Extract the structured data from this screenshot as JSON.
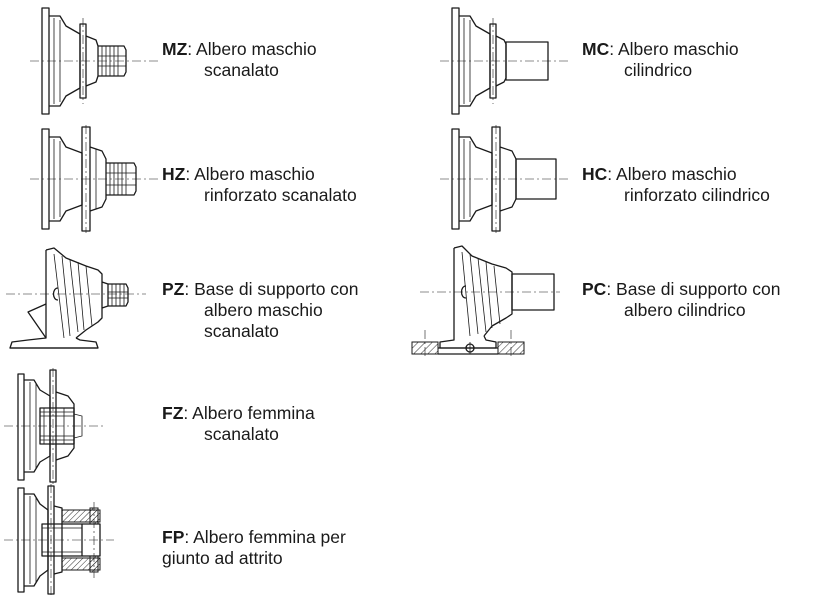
{
  "options": [
    {
      "code": "MZ",
      "line1": ": Albero maschio",
      "line2": "scanalato",
      "line3": ""
    },
    {
      "code": "MC",
      "line1": ": Albero maschio",
      "line2": "cilindrico",
      "line3": ""
    },
    {
      "code": "HZ",
      "line1": ": Albero maschio",
      "line2": "rinforzato scanalato",
      "line3": ""
    },
    {
      "code": "HC",
      "line1": ": Albero maschio",
      "line2": "rinforzato cilindrico",
      "line3": ""
    },
    {
      "code": "PZ",
      "line1": ":  Base di supporto con",
      "line2": "albero maschio",
      "line3": "scanalato"
    },
    {
      "code": "PC",
      "line1": ": Base di supporto con",
      "line2": "albero cilindrico",
      "line3": ""
    },
    {
      "code": "FZ",
      "line1": ":  Albero femmina",
      "line2": "scanalato",
      "line3": ""
    },
    {
      "code": "FP",
      "line1": ":  Albero femmina per",
      "line2": "giunto ad attrito",
      "line3": ""
    }
  ]
}
